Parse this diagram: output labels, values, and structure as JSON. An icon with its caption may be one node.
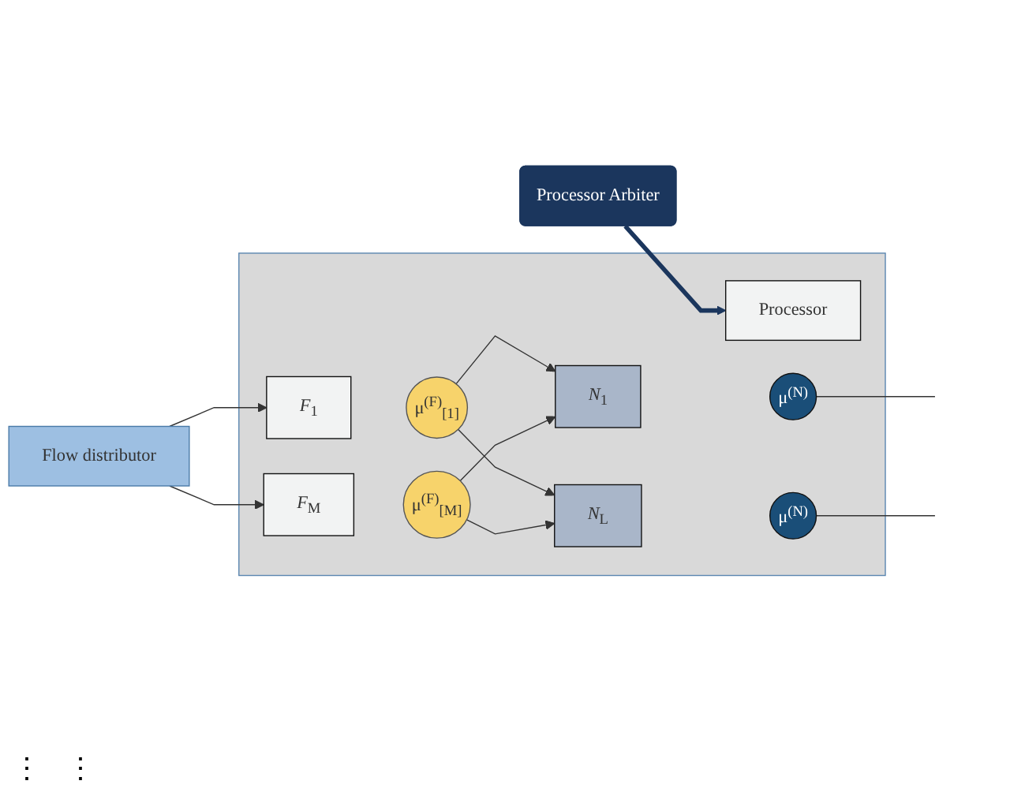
{
  "diagram": {
    "nodes": [
      {
        "text": [],
        "shape": "box"
      },
      {
        "text": [
          "Processor Arbiter"
        ]
      },
      {
        "text": [
          "Flow distributor"
        ]
      },
      {
        "text": [
          "*F*$_{1}$"
        ],
        "in": 0
      },
      {
        "text": [
          "μ$^{(F)}$$_{[1]}$"
        ],
        "in": 0
      },
      {
        "text": [
          "Processor"
        ],
        "in": 0
      },
      {
        "text": [
          "*F*$_{M}$"
        ],
        "in": 0
      },
      {
        "text": [
          "μ$^{(F)}$$_{[M]}$"
        ],
        "in": 0
      },
      {
        "text": [
          "*N*$_{1}$"
        ],
        "in": 0
      },
      {
        "text": [
          "μ$^{(N)}$"
        ],
        "in": 0
      },
      {
        "text": [
          "*N*$_{L}$"
        ],
        "in": 0
      },
      {
        "text": [
          "μ$^{(N)}$"
        ],
        "in": 0
      }
    ],
    "edges": [
      {
        "from": 1,
        "to": 5,
        "arrow": "to",
        "style": "thick",
        "color": "#1b365d"
      },
      {
        "from": 2,
        "to": 3,
        "arrow": "to"
      },
      {
        "from": 2,
        "to": 6,
        "arrow": "to"
      },
      {
        "from": 4,
        "to": 8,
        "arrow": "to"
      },
      {
        "from": 4,
        "to": 10,
        "arrow": "to"
      },
      {
        "from": 7,
        "to": 8,
        "arrow": "to"
      },
      {
        "from": 7,
        "to": 10,
        "arrow": "to"
      },
      {
        "from": 9,
        "to": null,
        "arrow": "none"
      },
      {
        "from": 11,
        "to": null,
        "arrow": "none"
      }
    ],
    "labels": [
      "⋮",
      "⋮"
    ]
  }
}
